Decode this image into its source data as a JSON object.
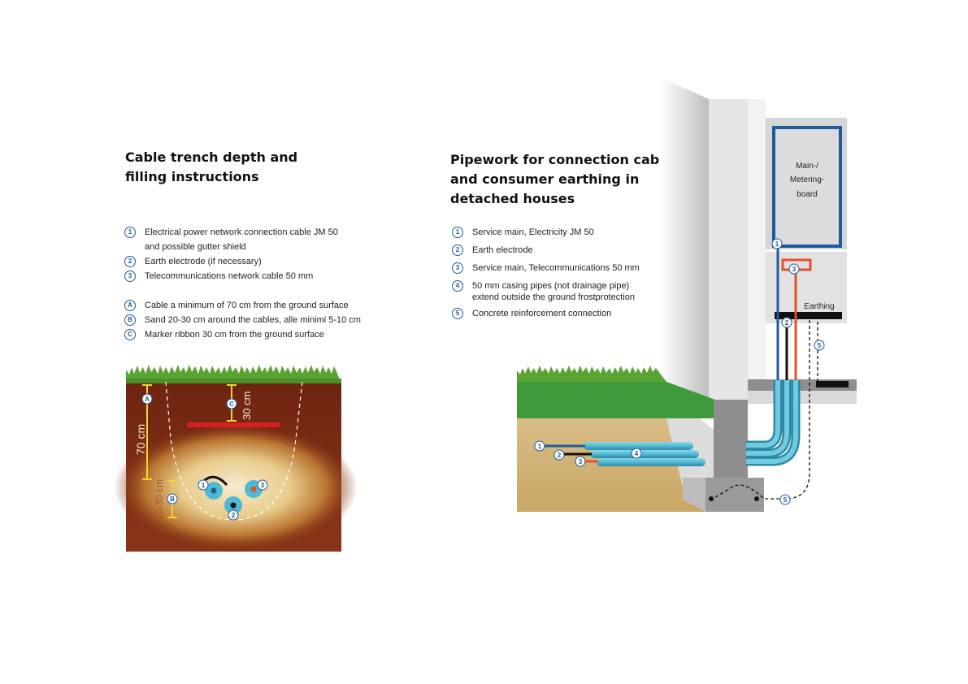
{
  "left": {
    "title_line1": "Cable trench depth and",
    "title_line2": "filling instructions",
    "legend_numbered": [
      {
        "marker": "1",
        "text": "Electrical power network connection cable JM 50",
        "text2": "and possible gutter shield"
      },
      {
        "marker": "2",
        "text": "Earth electrode (if necessary)",
        "text2": ""
      },
      {
        "marker": "3",
        "text": "Telecommunications network cable 50 mm",
        "text2": ""
      }
    ],
    "legend_lettered": [
      {
        "marker": "A",
        "text": "Cable a minimum of 70 cm from the ground surface"
      },
      {
        "marker": "B",
        "text": "Sand 20-30 cm around the cables, alle minimi 5-10 cm"
      },
      {
        "marker": "C",
        "text": "Marker ribbon 30 cm from the ground surface"
      }
    ],
    "trench": {
      "label_70": "70 cm",
      "label_30": "30 cm",
      "label_20_30": "20-30 cm",
      "marker_a": "A",
      "marker_b": "B",
      "marker_c": "C",
      "cable1": "1",
      "cable2": "2",
      "cable3": "3"
    }
  },
  "right": {
    "title_line1": "Pipework for connection cables",
    "title_line2": "and consumer earthing in",
    "title_line3": "detached houses",
    "legend": [
      {
        "marker": "1",
        "text": "Service main, Electricity JM 50",
        "text2": ""
      },
      {
        "marker": "2",
        "text": "Earth electrode",
        "text2": ""
      },
      {
        "marker": "3",
        "text": "Service main, Telecommunications 50 mm",
        "text2": ""
      },
      {
        "marker": "4",
        "text": "50 mm casing pipes (not drainage pipe)",
        "text2": "extend outside the ground frostprotection"
      },
      {
        "marker": "5",
        "text": "Concrete reinforcement connection",
        "text2": ""
      }
    ],
    "house": {
      "board_line1": "Main-/",
      "board_line2": "Metering-",
      "board_line3": "board",
      "earthing_label": "Earthing",
      "m1": "1",
      "m2": "2",
      "m3": "3",
      "m4": "4",
      "m5": "5"
    }
  },
  "colors": {
    "soil": "#7a2a12",
    "sand_glow": "#f3e2b8",
    "grass": "#5aa332",
    "ribbon": "#d42020",
    "cable_blue": "#1e5a9c",
    "pipe": "#4fb9d3",
    "earth_red": "#e0532a",
    "marker": "#1e5a9c"
  }
}
